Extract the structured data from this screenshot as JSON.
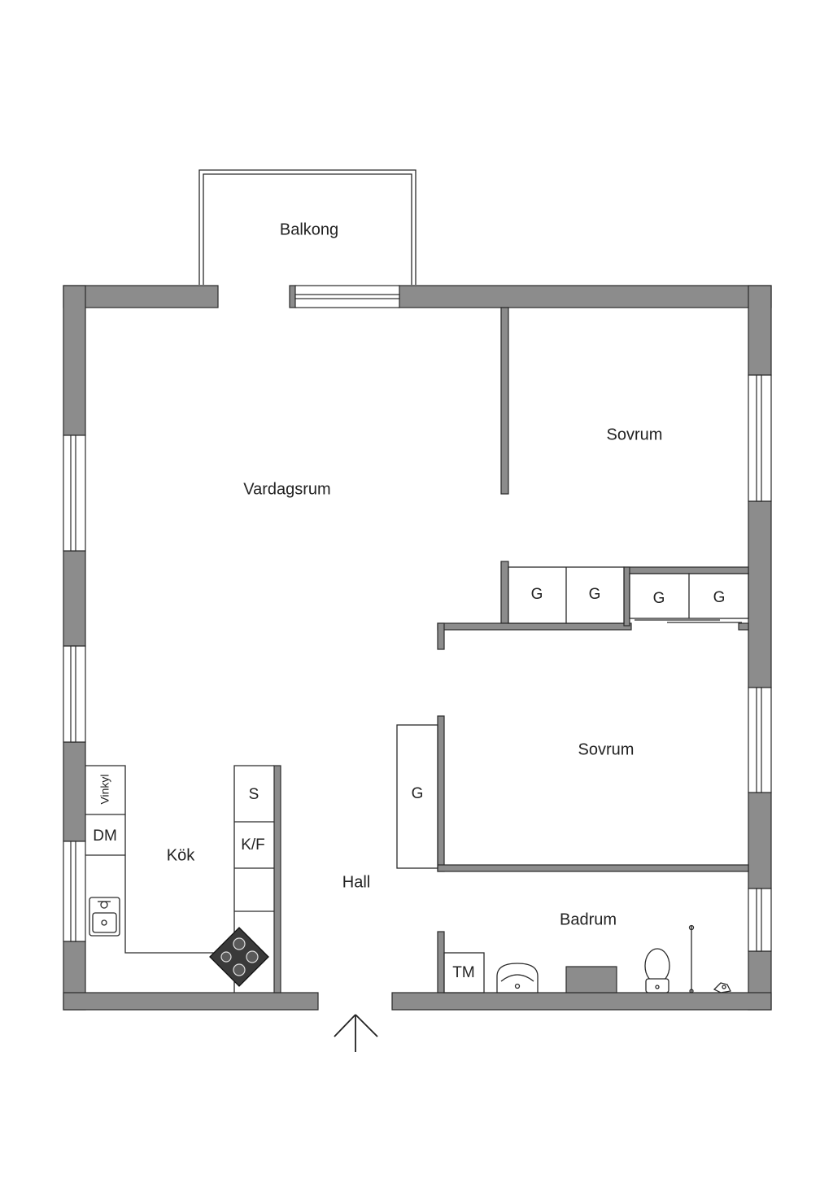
{
  "rooms": {
    "balcony": "Balkong",
    "living_room": "Vardagsrum",
    "bedroom_1": "Sovrum",
    "bedroom_2": "Sovrum",
    "kitchen": "Kök",
    "hall": "Hall",
    "bathroom": "Badrum"
  },
  "fixtures": {
    "wardrobe_1": "G",
    "wardrobe_2": "G",
    "wardrobe_3": "G",
    "wardrobe_4": "G",
    "hall_wardrobe": "G",
    "fridge_freezer_angle": "Vinkyl",
    "dishwasher": "DM",
    "kitchen_cabinet_s": "S",
    "kitchen_cabinet_kf": "K/F",
    "washing_machine": "TM"
  },
  "colors": {
    "wall_fill": "#8c8c8c",
    "line": "#2a2a2a",
    "background": "#ffffff"
  },
  "icons": {
    "entrance": "up-arrow-icon",
    "stove": "stove-icon",
    "sink": "sink-icon",
    "toilet": "toilet-icon",
    "washbasin": "washbasin-icon"
  }
}
